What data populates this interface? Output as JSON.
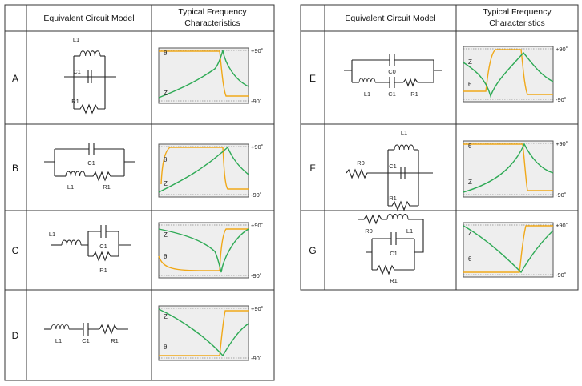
{
  "headers": {
    "model": "Equivalent Circuit Model",
    "freq_line1": "Typical Frequency",
    "freq_line2": "Characteristics"
  },
  "axis": {
    "top": "+90˚",
    "bottom": "-90˚",
    "theta": "θ",
    "z": "Z"
  },
  "rows": [
    {
      "letter": "A",
      "labels": {
        "l1": "L1",
        "c1": "C1",
        "r1": "R1"
      }
    },
    {
      "letter": "B",
      "labels": {
        "c1": "C1",
        "l1": "L1",
        "r1": "R1"
      }
    },
    {
      "letter": "C",
      "labels": {
        "l1": "L1",
        "c1": "C1",
        "r1": "R1"
      }
    },
    {
      "letter": "D",
      "labels": {
        "l1": "L1",
        "c1": "C1",
        "r1": "R1"
      }
    },
    {
      "letter": "E",
      "labels": {
        "c0": "C0",
        "l1": "L1",
        "c1": "C1",
        "r1": "R1"
      }
    },
    {
      "letter": "F",
      "labels": {
        "l1": "L1",
        "r0": "R0",
        "c1": "C1",
        "r1": "R1"
      }
    },
    {
      "letter": "G",
      "labels": {
        "r0": "R0",
        "l1": "L1",
        "c1": "C1",
        "r1": "R1"
      }
    }
  ],
  "colors": {
    "z_curve": "#2eaa55",
    "theta_curve": "#f0a818",
    "plot_bg": "#eeeeee",
    "grid": "#555555"
  }
}
